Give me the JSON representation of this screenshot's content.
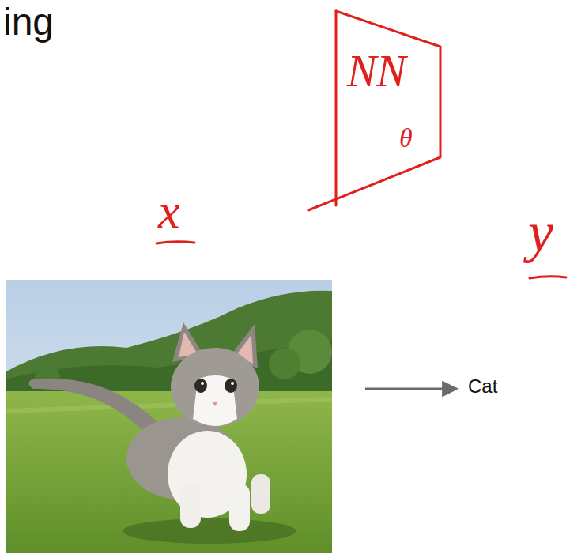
{
  "diagram": {
    "title": "ing",
    "nodes": [
      {
        "text": [
          "NN",
          "θ"
        ]
      }
    ],
    "labels": [
      "x",
      "y",
      "Cat"
    ]
  }
}
